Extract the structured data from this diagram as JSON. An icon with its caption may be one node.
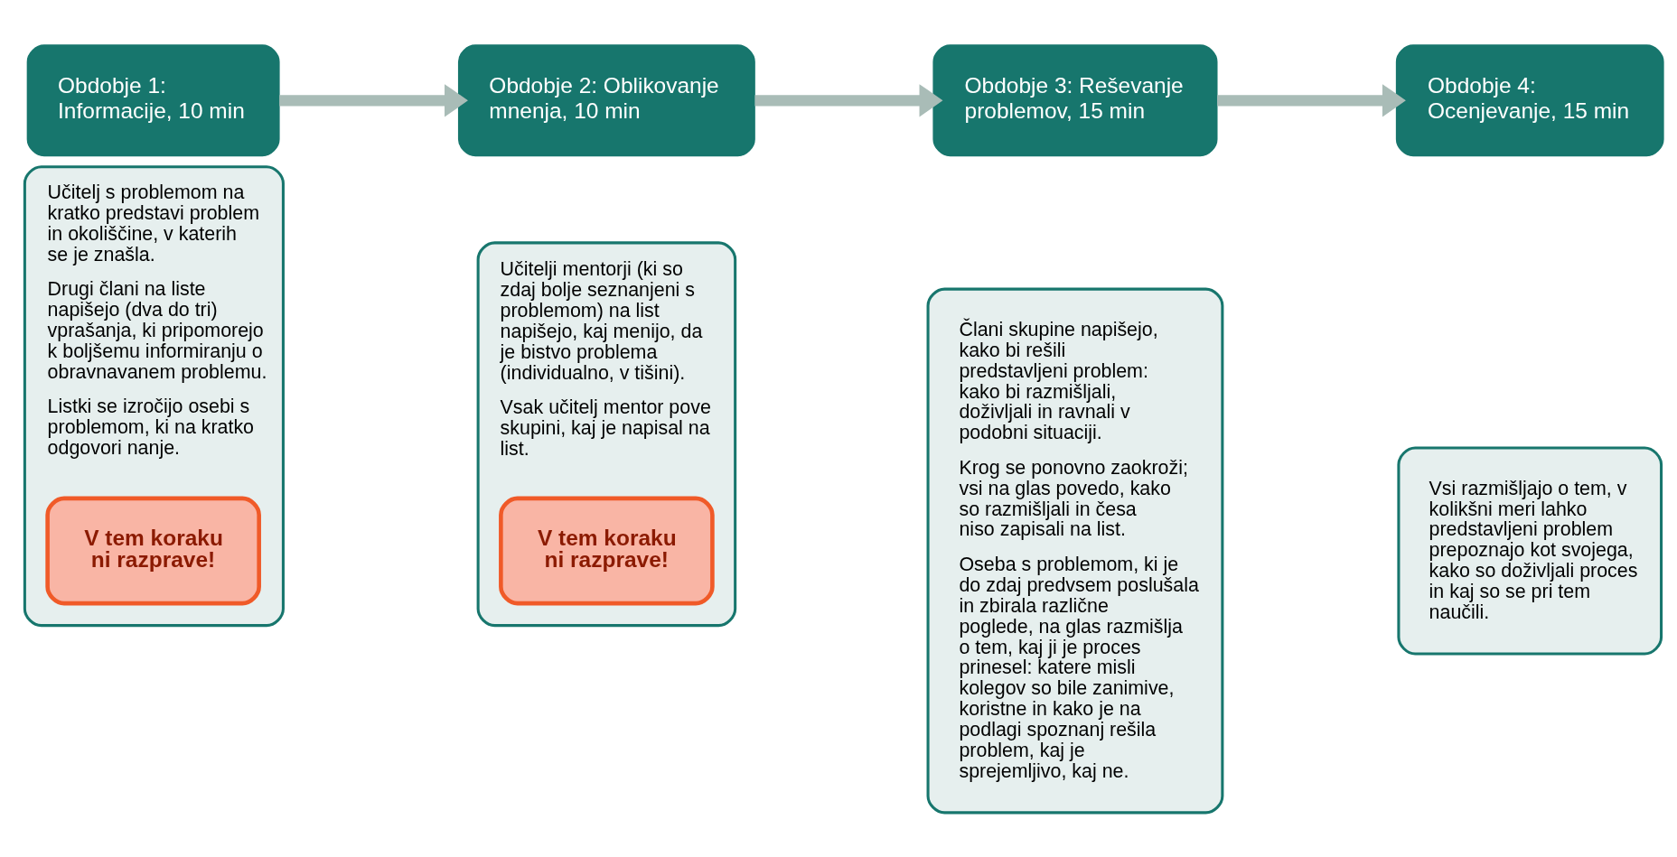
{
  "diagram": {
    "nodes": [
      {
        "text": [
          "Obdobje 1: Informacije, 10 min"
        ]
      },
      {
        "text": [
          "Učitelj s problemom na kratko predstavi problem in okoliščine, v katerih se je znašla.",
          "Drugi člani na liste napišejo (dva do tri) vprašanja, ki pripomorejo k boljšemu informiranju o obravnavanem problemu.",
          "Listki se izročijo osebi s problemom, ki na kratko odgovori nanje."
        ]
      },
      {
        "text": [
          "V tem koraku ni razprave!"
        ],
        "in": 1
      },
      {
        "text": [
          "Obdobje 2: Oblikovanje mnenja, 10 min"
        ]
      },
      {
        "text": [
          "Učitelji mentorji (ki so zdaj bolje seznanjeni s problemom) na list napišejo, kaj menijo, da je bistvo problema (individualno, v tišini).",
          "Vsak učitelj mentor pove skupini, kaj je napisal na list."
        ]
      },
      {
        "text": [
          "V tem koraku ni razprave!"
        ],
        "in": 4
      },
      {
        "text": [
          "Obdobje 3: Reševanje problemov, 15 min"
        ]
      },
      {
        "text": [
          "Člani skupine napišejo, kako bi rešili predstavljeni problem: kako bi razmišljali, doživljali in ravnali v podobni situaciji.",
          "Krog se ponovno zaokroži; vsi na glas povedo, kako so razmišljali in česa niso zapisali na list.",
          "Oseba s problemom, ki je do zdaj predvsem poslušala in zbirala različne poglede, na glas razmišlja o tem, kaj ji je proces prinesel: katere misli kolegov so bile zanimive, koristne in kako je na podlagi spoznanj rešila problem, kaj je sprejemljivo, kaj ne."
        ]
      },
      {
        "text": [
          "Obdobje 4: Ocenjevanje, 15 min"
        ]
      },
      {
        "text": [
          "Vsi razmišljajo o tem, v kolikšni meri lahko predstavljeni problem prepoznajo kot svojega, kako so doživljali proces in kaj so se pri tem naučili."
        ]
      }
    ],
    "edges": [
      {
        "from": 0,
        "to": 3,
        "arrow": "to"
      },
      {
        "from": 3,
        "to": 6,
        "arrow": "to"
      },
      {
        "from": 6,
        "to": 8,
        "arrow": "to"
      }
    ]
  }
}
